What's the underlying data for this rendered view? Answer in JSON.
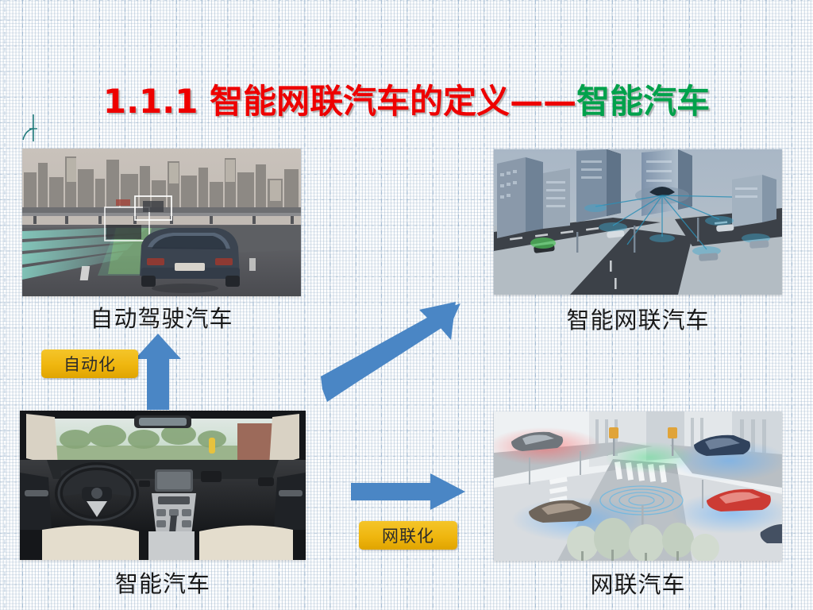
{
  "slide": {
    "title_prefix": "1.1.1 智能网联汽车的定义——",
    "title_suffix": "智能汽车",
    "title_full": "1.1.1 智能网联汽车的定义——智能汽车",
    "background_color": "#ffffff",
    "title_color_primary": "#ee0000",
    "title_color_secondary": "#00a14b"
  },
  "corner_mark": {
    "name": "decorative-corner-flourish",
    "color": "#1f7a7a"
  },
  "quadrants": [
    {
      "id": "autonomous-driving-car",
      "caption": "自动驾驶汽车",
      "position": "top-left",
      "image_alt": "高速公路上配备感知系统的汽车，带有绿色车道与目标检测叠加效果"
    },
    {
      "id": "intelligent-connected-vehicle",
      "caption": "智能网联汽车",
      "position": "top-right",
      "image_alt": "蓝色调三维城市十字路口，车辆与基础设施之间有网络连接示意"
    },
    {
      "id": "intelligent-vehicle",
      "caption": "智能汽车",
      "position": "bottom-left",
      "image_alt": "汽车内饰仪表台，包含方向盘、中控屏与米色座椅"
    },
    {
      "id": "connected-vehicle",
      "caption": "网联汽车",
      "position": "bottom-right",
      "image_alt": "城市路口多辆汽车带有红蓝绿 V2X 通信光晕"
    }
  ],
  "arrows": [
    {
      "id": "arrow-up",
      "direction": "up",
      "color": "#4a86c5",
      "from": "智能汽车",
      "to": "自动驾驶汽车"
    },
    {
      "id": "arrow-diagonal",
      "direction": "up-right",
      "color": "#4a86c5",
      "from": "智能汽车",
      "to": "智能网联汽车"
    },
    {
      "id": "arrow-right",
      "direction": "right",
      "color": "#4a86c5",
      "from": "智能汽车",
      "to": "网联汽车"
    }
  ],
  "badges": [
    {
      "id": "automation",
      "label": "自动化",
      "color": "#efb60f",
      "text_color": "#2b2b2b"
    },
    {
      "id": "connectivity",
      "label": "网联化",
      "color": "#efb60f",
      "text_color": "#2b2b2b"
    }
  ]
}
